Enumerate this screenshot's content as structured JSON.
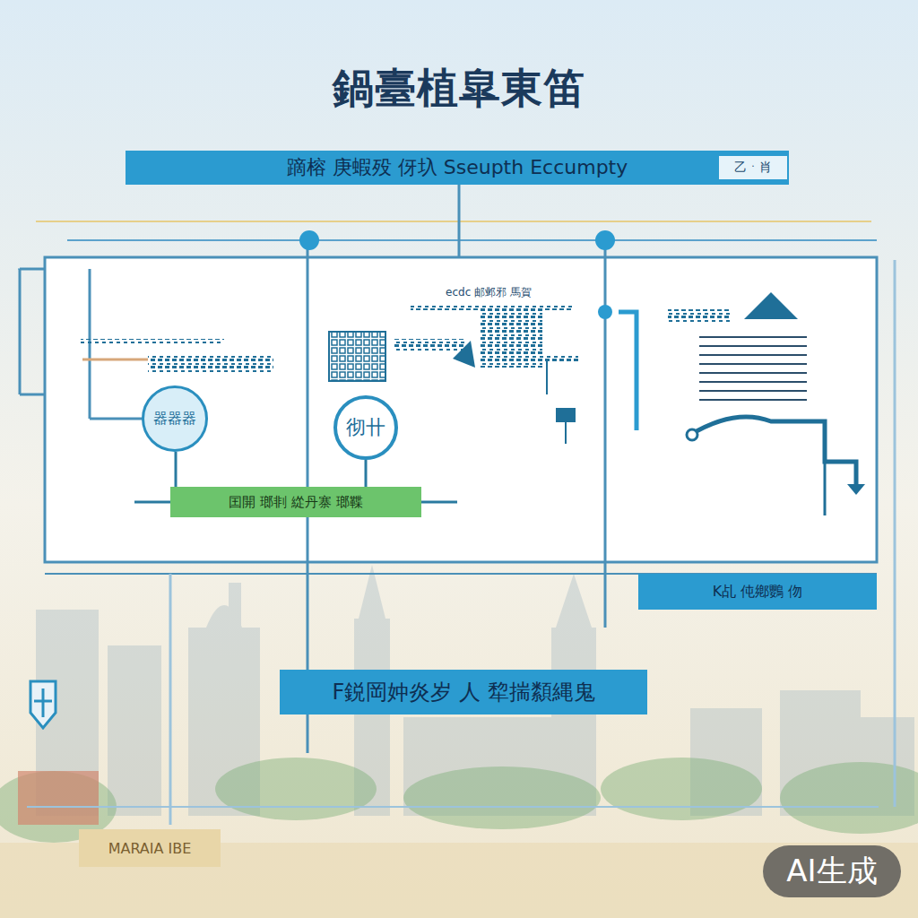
{
  "diagram": {
    "title": "鍋臺植皐東笛",
    "nodes": [
      {
        "text": [
          "蹢榕 庚蝦殁 伢圦 Sseupth Eccumpty"
        ]
      },
      {
        "text": [
          "乙ㆍ肖"
        ],
        "in": 0
      },
      {
        "text": [
          "器器器"
        ]
      },
      {
        "text": [
          "彻卄"
        ]
      },
      {
        "text": [
          "囯開 瑯剕 緃丹寨 瑯鞢"
        ]
      },
      {
        "text": [
          "K乩 伅鄕鸚 伆"
        ]
      },
      {
        "text": [
          "F鋭岡妕炎岁 人 犂揣纇縄鬼"
        ]
      }
    ],
    "edges": [
      {
        "from": 2,
        "to": 4,
        "arrow": "none"
      },
      {
        "from": 3,
        "to": 4,
        "arrow": "none"
      }
    ],
    "labels": [
      "ecdc 邮邺邪 馬賀",
      "MARAIA IBE",
      "AI生成"
    ]
  }
}
